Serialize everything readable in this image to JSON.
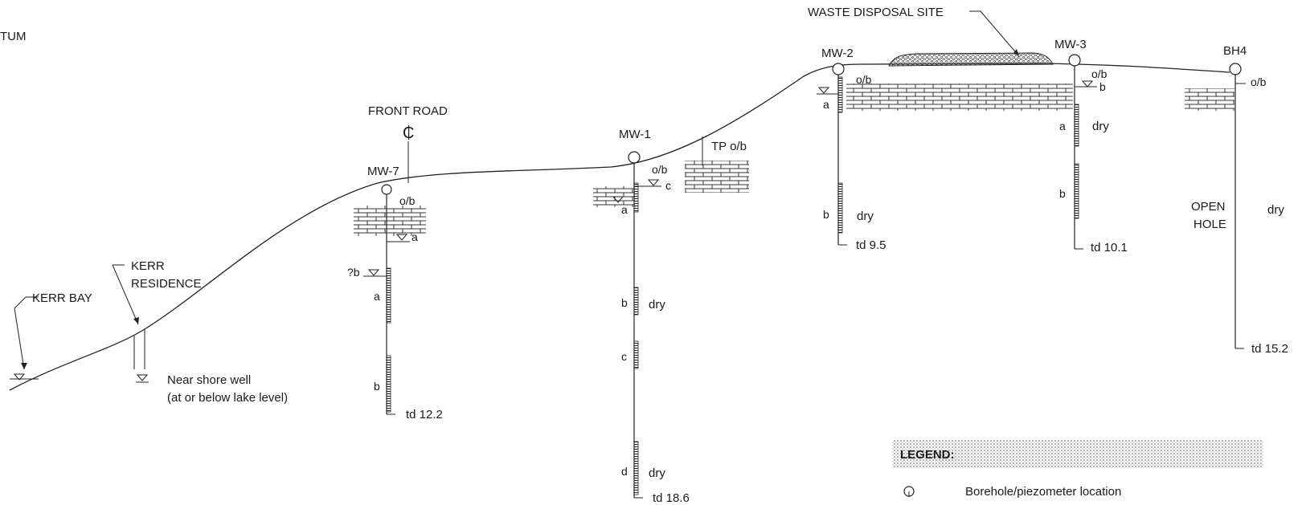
{
  "labels": {
    "datum": "TUM",
    "kerr_bay": "KERR BAY",
    "kerr_residence_1": "KERR",
    "kerr_residence_2": "RESIDENCE",
    "near_shore_1": "Near shore well",
    "near_shore_2": "(at or below lake level)",
    "front_road": "FRONT ROAD",
    "centerline": "₵",
    "waste_site": "WASTE DISPOSAL SITE",
    "tp": "TP o/b"
  },
  "wells": [
    {
      "id": "MW-7",
      "td": "td 12.2",
      "ob": "o/b",
      "water_a": "a",
      "water_b": "?b",
      "screens": [
        "a",
        "b"
      ]
    },
    {
      "id": "MW-1",
      "td": "td 18.6",
      "ob": "o/b",
      "water_c": "c",
      "screens": [
        "a",
        "b",
        "c",
        "d"
      ],
      "dry_b": "dry",
      "dry_d": "dry"
    },
    {
      "id": "MW-2",
      "td": "td 9.5",
      "ob": "o/b",
      "screens": [
        "a",
        "b"
      ],
      "dry_b": "dry"
    },
    {
      "id": "MW-3",
      "td": "td 10.1",
      "ob": "o/b",
      "water_b": "b",
      "screens": [
        "a",
        "b"
      ],
      "dry_a": "dry"
    },
    {
      "id": "BH4",
      "td": "td 15.2",
      "ob": "o/b",
      "open_1": "OPEN",
      "open_2": "HOLE",
      "dry": "dry"
    }
  ],
  "legend": {
    "title": "LEGEND:",
    "items": [
      {
        "icon": "borehole-symbol-icon",
        "label": "Borehole/piezometer location"
      }
    ]
  }
}
